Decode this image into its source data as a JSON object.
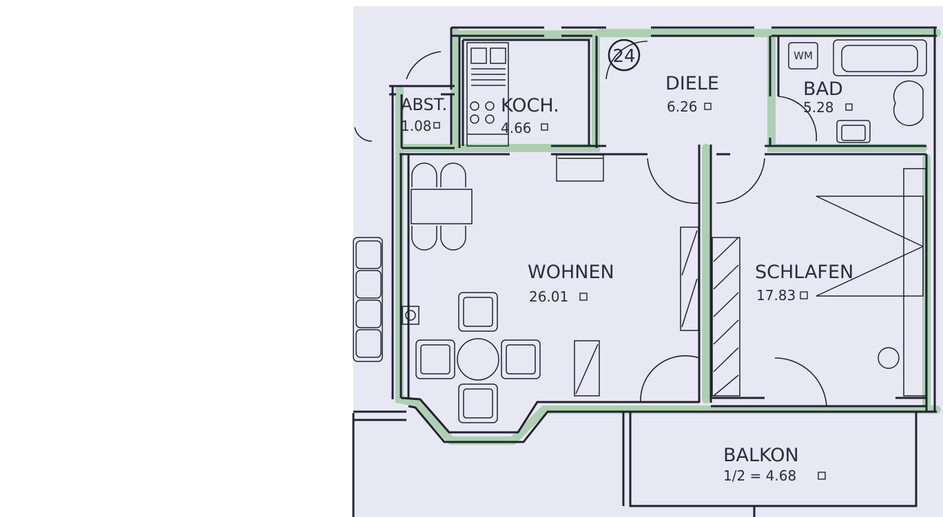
{
  "unit_number": "24",
  "rooms": {
    "abst": {
      "name": "ABST.",
      "area": "1.08"
    },
    "koch": {
      "name": "KOCH.",
      "area": "4.66"
    },
    "diele": {
      "name": "DIELE",
      "area": "6.26"
    },
    "bad": {
      "name": "BAD",
      "area": "5.28"
    },
    "wohnen": {
      "name": "WOHNEN",
      "area": "26.01"
    },
    "schlafen": {
      "name": "SCHLAFEN",
      "area": "17.83"
    },
    "balkon": {
      "name": "BALKON",
      "area": "1/2 = 4.68"
    }
  },
  "fixtures": {
    "washing_machine": "WM"
  },
  "colors": {
    "paper": "#e7e8f3",
    "wall": "#1f2230",
    "wall_highlight": "#8fbf8f",
    "page": "#ffffff"
  }
}
